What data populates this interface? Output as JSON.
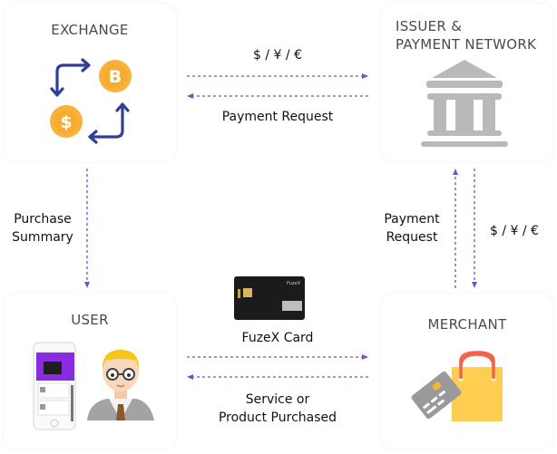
{
  "nodes": {
    "exchange": {
      "title": "EXCHANGE",
      "icon": "crypto-exchange-icon"
    },
    "issuer": {
      "title_line1": "ISSUER &",
      "title_line2": "PAYMENT NETWORK",
      "icon": "bank-icon"
    },
    "user": {
      "title": "USER",
      "icons": [
        "smartphone-app-icon",
        "user-avatar-icon"
      ]
    },
    "merchant": {
      "title": "MERCHANT",
      "icons": [
        "credit-card-icon",
        "shopping-bag-icon"
      ]
    }
  },
  "edges": {
    "exchange_issuer_top": "$ / ¥ / €",
    "exchange_issuer_bottom": "Payment Request",
    "exchange_user_line1": "Purchase",
    "exchange_user_line2": "Summary",
    "issuer_merchant_left_line1": "Payment",
    "issuer_merchant_left_line2": "Request",
    "issuer_merchant_right": "$ / ¥ / €",
    "user_merchant_top": "FuzeX Card",
    "user_merchant_bottom_line1": "Service or",
    "user_merchant_bottom_line2": "Product Purchased"
  },
  "colors": {
    "arrow": "#7b4fc9",
    "exchange_arrow": "#2e3f96",
    "coin": "#f7b239",
    "bank": "#b9b9b9",
    "bag": "#ffcd4f",
    "bag_handle": "#f0654a",
    "card_gray": "#9a9a9a",
    "app_purple": "#8a2be2"
  }
}
